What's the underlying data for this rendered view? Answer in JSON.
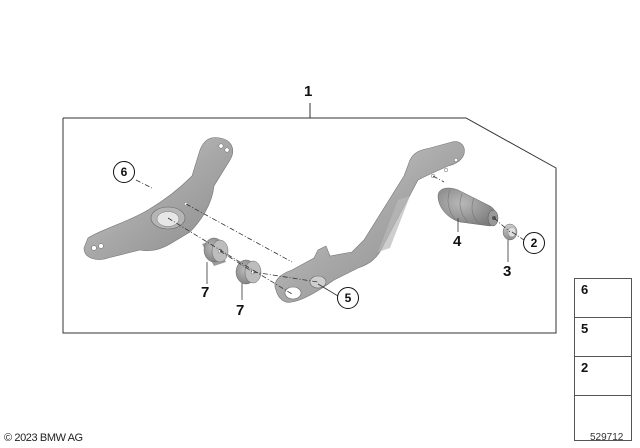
{
  "diagram": {
    "title_callout": "1",
    "callouts": [
      {
        "id": "callout-6",
        "label": "6",
        "style": "circled",
        "part": "bracket-arm"
      },
      {
        "id": "callout-7a",
        "label": "7",
        "style": "plain",
        "part": "bushing"
      },
      {
        "id": "callout-7b",
        "label": "7",
        "style": "plain",
        "part": "bushing"
      },
      {
        "id": "callout-5",
        "label": "5",
        "style": "circled",
        "part": "pivot-screw"
      },
      {
        "id": "callout-4",
        "label": "4",
        "style": "plain",
        "part": "foot-peg-rubber"
      },
      {
        "id": "callout-3",
        "label": "3",
        "style": "plain",
        "part": "washer"
      },
      {
        "id": "callout-2",
        "label": "2",
        "style": "circled",
        "part": "screw"
      }
    ],
    "legend": [
      {
        "label": "6",
        "icon": "hex-lock-nut-icon"
      },
      {
        "label": "5",
        "icon": "button-head-screw-icon"
      },
      {
        "label": "2",
        "icon": "socket-cap-screw-icon"
      },
      {
        "label": "",
        "icon": "direction-arrow-icon"
      }
    ]
  },
  "footer": {
    "copyright": "© 2023 BMW AG",
    "image_number": "529712"
  },
  "colors": {
    "line": "#333333",
    "part_light": "#c8c8c8",
    "part_mid": "#a6a6a6",
    "part_dark": "#7d7d7d",
    "background": "#ffffff"
  }
}
